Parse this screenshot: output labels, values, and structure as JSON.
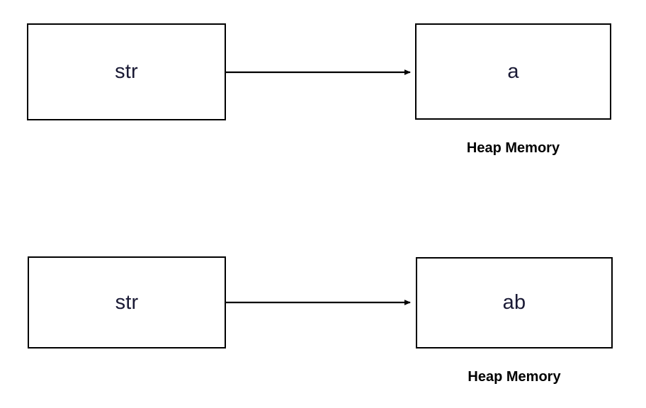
{
  "diagram": {
    "title": "String immutability heap memory diagram",
    "background_color": "#ffffff",
    "box_border_color": "#000000",
    "box_text_color": "#1a1a35",
    "caption_text_color": "#000000",
    "arrow_color": "#000000"
  },
  "rows": [
    {
      "id": "row-1",
      "variable": {
        "label": "str"
      },
      "arrow": {
        "icon": "arrow-right-icon",
        "direction": "right"
      },
      "heap_object": {
        "label": "a"
      },
      "caption": "Heap Memory"
    },
    {
      "id": "row-2",
      "variable": {
        "label": "str"
      },
      "arrow": {
        "icon": "arrow-right-icon",
        "direction": "right"
      },
      "heap_object": {
        "label": "ab"
      },
      "caption": "Heap Memory"
    }
  ]
}
